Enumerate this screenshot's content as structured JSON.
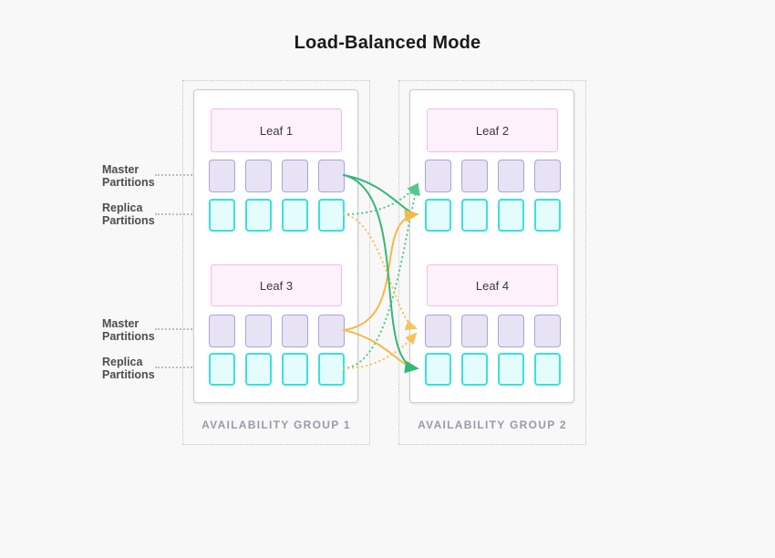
{
  "title": "Load-Balanced Mode",
  "side_labels": [
    {
      "text": "Master Partitions"
    },
    {
      "text": "Replica Partitions"
    },
    {
      "text": "Master Partitions"
    },
    {
      "text": "Replica Partitions"
    }
  ],
  "groups": [
    {
      "name": "AVAILABILITY GROUP 1",
      "leaves": [
        {
          "name": "Leaf 1"
        },
        {
          "name": "Leaf 3"
        }
      ],
      "partitions_per_row": 4
    },
    {
      "name": "AVAILABILITY GROUP 2",
      "leaves": [
        {
          "name": "Leaf 2"
        },
        {
          "name": "Leaf 4"
        }
      ],
      "partitions_per_row": 4
    }
  ],
  "connections": [
    {
      "from": "Leaf 1 master partitions",
      "to": "Leaf 2 replica partitions",
      "style": "solid",
      "color": "#35b778"
    },
    {
      "from": "Leaf 1 master partitions",
      "to": "Leaf 4 replica partitions",
      "style": "solid",
      "color": "#35b778"
    },
    {
      "from": "Leaf 3 master partitions",
      "to": "Leaf 2 replica partitions",
      "style": "solid",
      "color": "#f5b945"
    },
    {
      "from": "Leaf 3 master partitions",
      "to": "Leaf 4 replica partitions",
      "style": "solid",
      "color": "#f5b945"
    },
    {
      "from": "Leaf 1 replica partitions",
      "to": "Leaf 2 master partitions",
      "style": "dotted",
      "color": "#52c98e"
    },
    {
      "from": "Leaf 3 replica partitions",
      "to": "Leaf 2 master partitions",
      "style": "dotted",
      "color": "#52c98e"
    },
    {
      "from": "Leaf 1 replica partitions",
      "to": "Leaf 4 master partitions",
      "style": "dotted",
      "color": "#f7c35c"
    },
    {
      "from": "Leaf 3 replica partitions",
      "to": "Leaf 4 master partitions",
      "style": "dotted",
      "color": "#f7c35c"
    }
  ],
  "colors": {
    "background": "#f8f8f8",
    "title_text": "#1a1a1a",
    "solid_green": "#35b778",
    "dotted_green": "#52c98e",
    "solid_orange": "#f5b945",
    "dotted_orange": "#f7c35c",
    "master_fill": "#e7e3f5",
    "master_border": "#a9a3d8",
    "replica_fill": "#e4fcfb",
    "replica_border": "#38e2de",
    "leaf_fill": "#fdf1fc",
    "leaf_border": "#f2bbe9",
    "card_border": "#cccccc",
    "group_border": "#c4c4c4",
    "group_label": "#9b99a7",
    "side_label": "#4d4d4d"
  }
}
